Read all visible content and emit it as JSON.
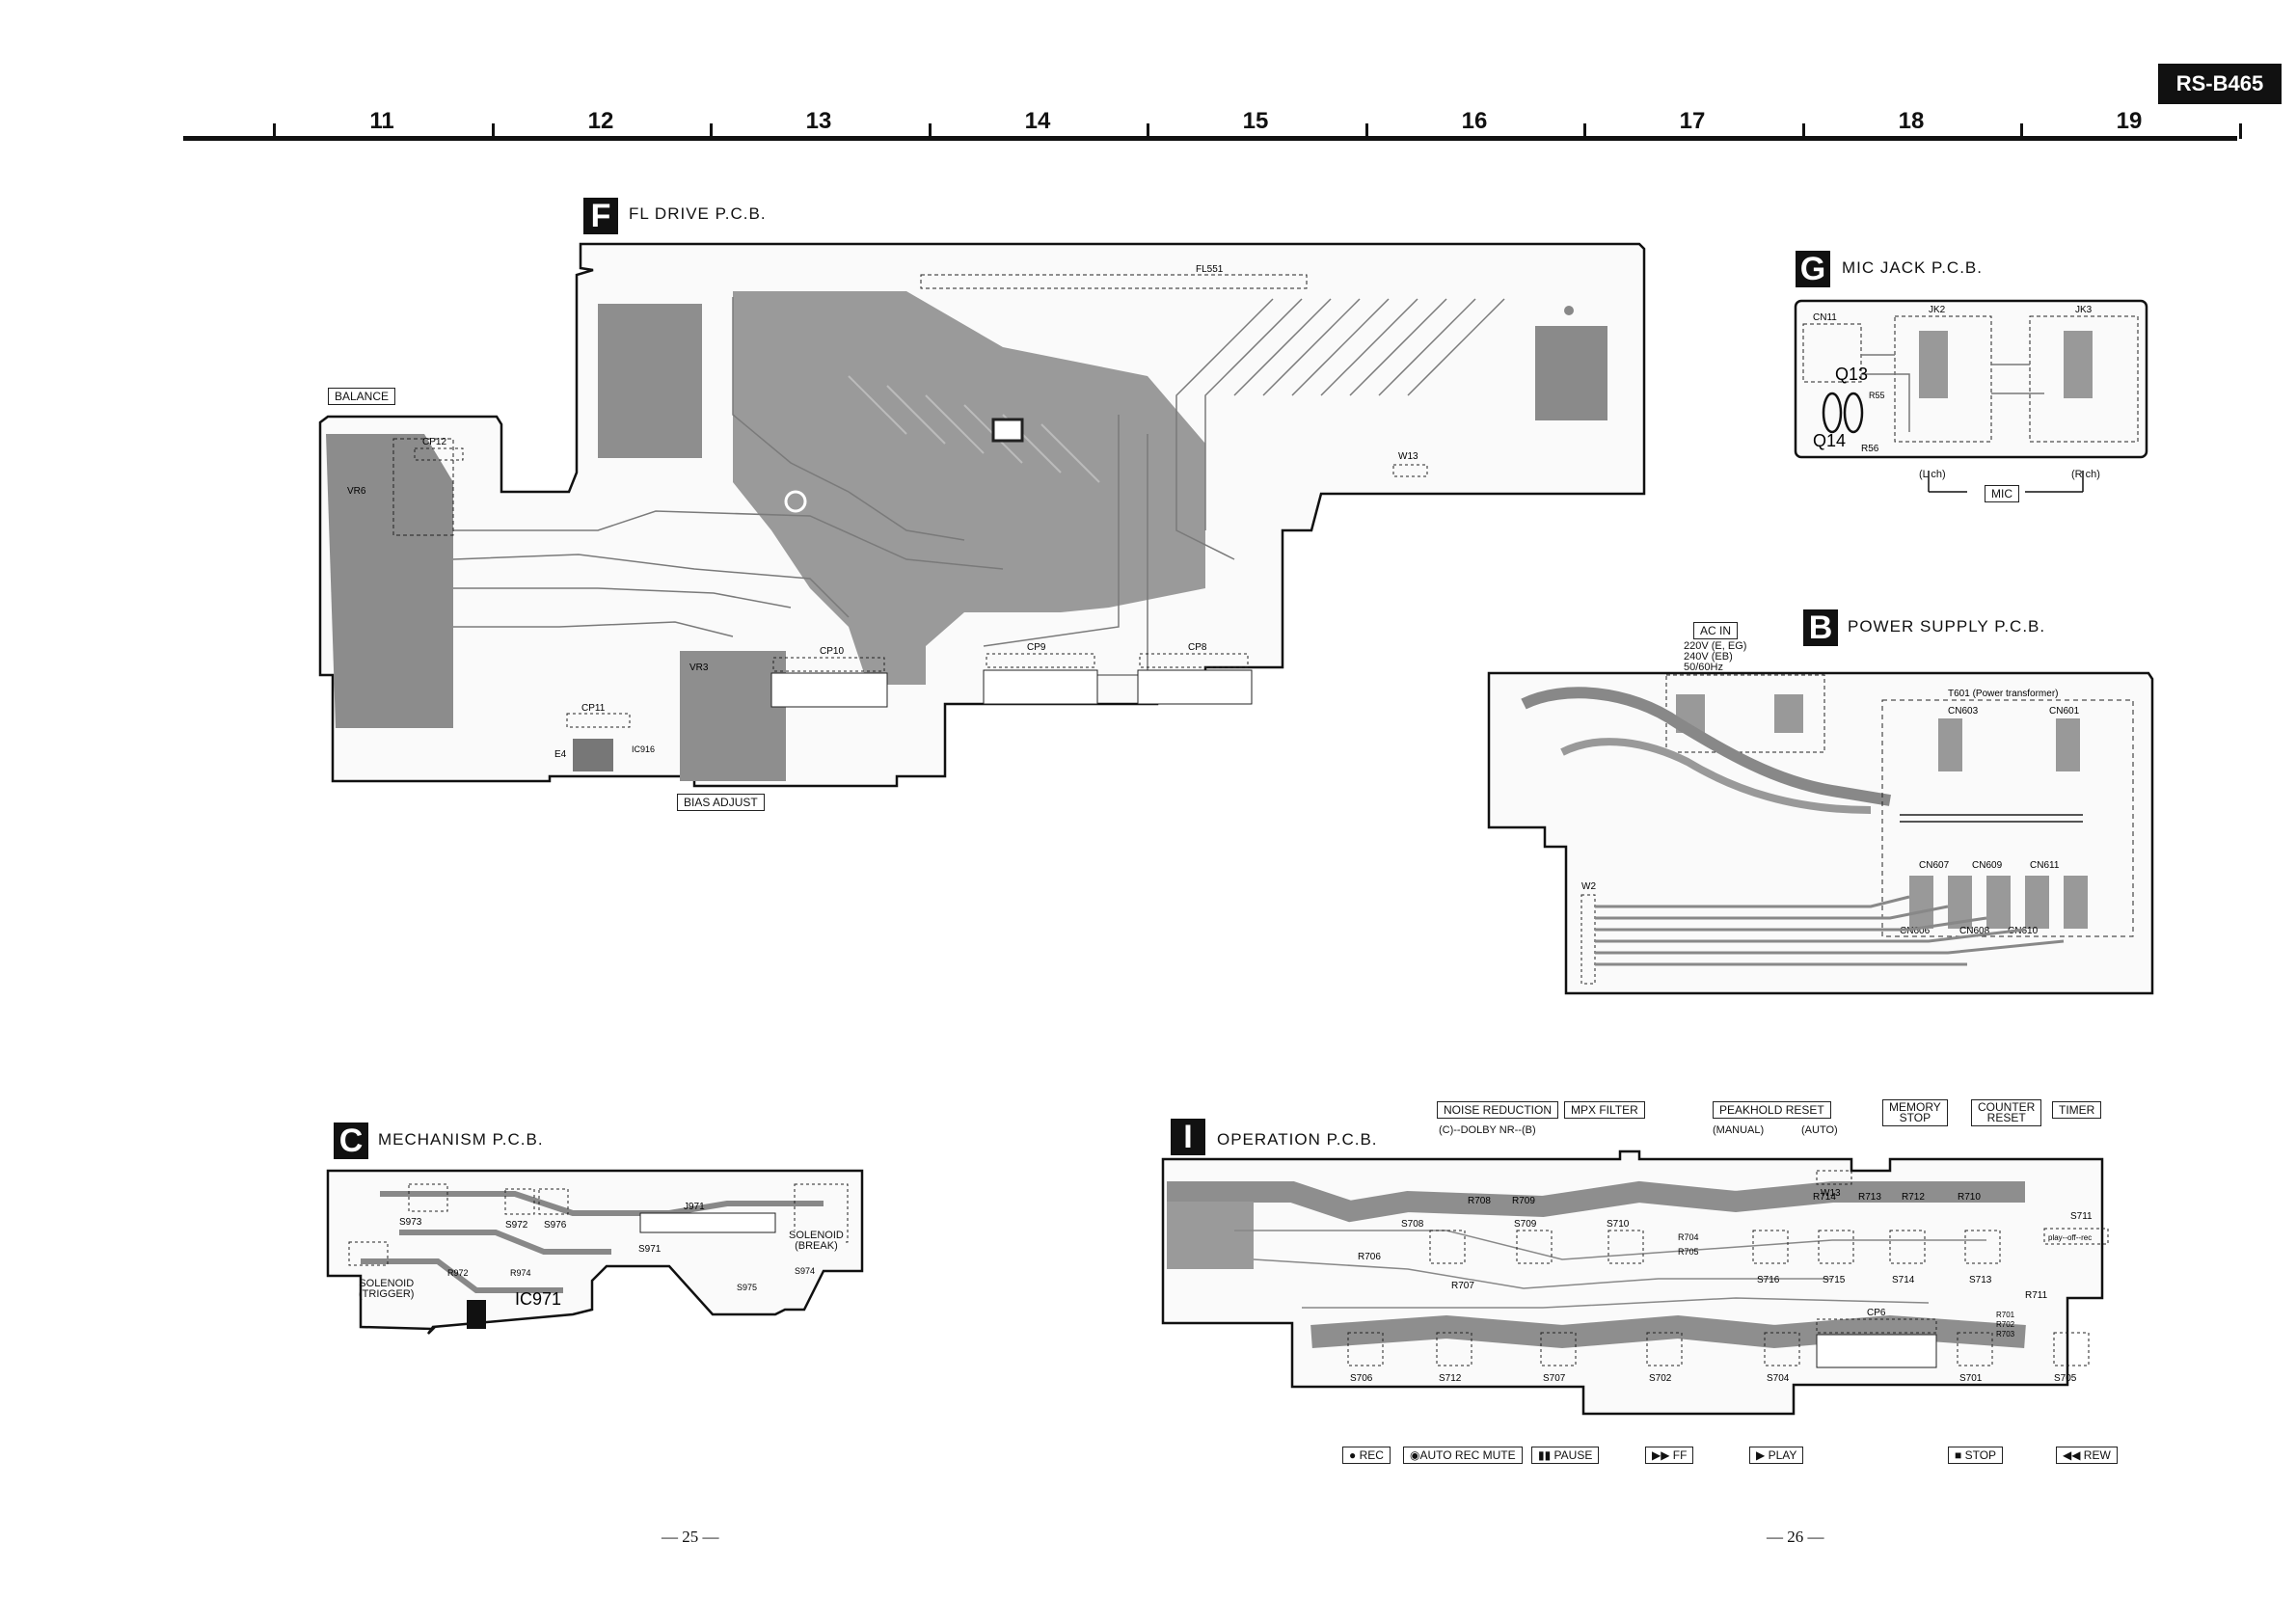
{
  "model": "RS-B465",
  "ruler": {
    "numbers": [
      "11",
      "12",
      "13",
      "14",
      "15",
      "16",
      "17",
      "18",
      "19"
    ]
  },
  "boards": {
    "fl_drive": {
      "letter": "F",
      "title": "FL DRIVE P.C.B.",
      "labels": {
        "balance": "BALANCE",
        "bias_adjust": "BIAS ADJUST"
      },
      "components": [
        "CP12",
        "VR6",
        "CP11",
        "E4",
        "IC916",
        "CP10",
        "CP9",
        "CP8",
        "FL551",
        "W13",
        "VR3"
      ]
    },
    "mic_jack": {
      "letter": "G",
      "title": "MIC JACK P.C.B.",
      "labels": {
        "lch": "(L ch)",
        "rch": "(R ch)",
        "mic": "MIC"
      },
      "components": [
        "CN11",
        "JK2",
        "JK3",
        "Q13",
        "Q14",
        "R56",
        "R55"
      ]
    },
    "power_supply": {
      "letter": "B",
      "title": "POWER SUPPLY P.C.B.",
      "labels": {
        "ac_in": "AC IN",
        "ac_lines": [
          "220V (E, EG)",
          "240V (EB)",
          "50/60Hz"
        ]
      },
      "components": [
        "T601 (Power transformer)",
        "CN603",
        "CN601",
        "W2",
        "CN607",
        "CN609",
        "CN611",
        "CN606",
        "CN608",
        "CN610"
      ]
    },
    "mechanism": {
      "letter": "C",
      "title": "MECHANISM P.C.B.",
      "labels": {
        "solenoid_trigger": [
          "SOLENOID",
          "(TRIGGER)"
        ],
        "solenoid_break": [
          "SOLENOID",
          "(BREAK)"
        ]
      },
      "components": [
        "S973",
        "S972",
        "S976",
        "J971",
        "S971",
        "S974",
        "IC971",
        "R972",
        "R974",
        "S975"
      ]
    },
    "operation": {
      "letter": "I",
      "title": "OPERATION P.C.B.",
      "top_labels": {
        "noise_reduction": "NOISE REDUCTION",
        "nr_sub": "(C)--DOLBY NR--(B)",
        "mpx_filter": "MPX FILTER",
        "peakhold_reset": "PEAKHOLD RESET",
        "manual": "(MANUAL)",
        "auto": "(AUTO)",
        "memory_stop": [
          "MEMORY",
          "STOP"
        ],
        "counter_reset": [
          "COUNTER",
          "RESET"
        ],
        "timer": "TIMER"
      },
      "components": [
        "S708",
        "R708",
        "R709",
        "S709",
        "S710",
        "R706",
        "R707",
        "R704",
        "R705",
        "S716",
        "S715",
        "S714",
        "R714",
        "R713",
        "R712",
        "R710",
        "S713",
        "S711",
        "R711",
        "R701",
        "R702",
        "R703",
        "S706",
        "S712",
        "S707",
        "S702",
        "S704",
        "S701",
        "S705",
        "CP6",
        "W13"
      ],
      "buttons": [
        "● REC",
        "◉AUTO REC MUTE",
        "▮▮ PAUSE",
        "▶▶ FF",
        "▶ PLAY",
        "■ STOP",
        "◀◀ REW"
      ],
      "switch_note": "play--off--rec"
    }
  },
  "page_numbers": [
    "— 25 —",
    "— 26 —"
  ]
}
